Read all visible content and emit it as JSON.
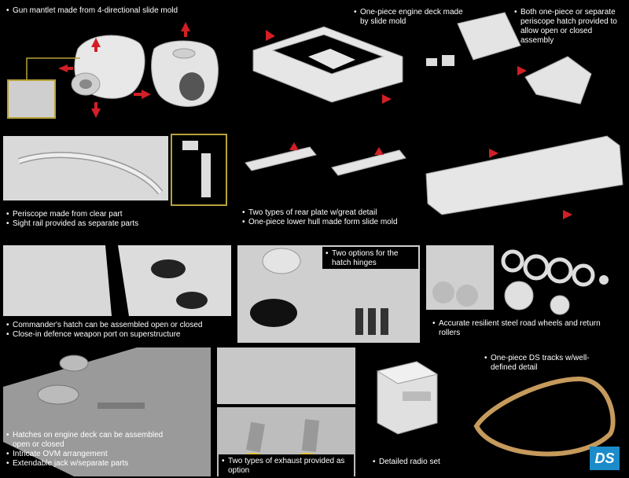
{
  "colors": {
    "background": "#000000",
    "arrow": "#d21f26",
    "part": "#e6e6e6",
    "accent_frame": "#b8a23a",
    "tracks": "#c59a5c",
    "ds_badge": "#1c8bc9"
  },
  "panels": {
    "mantlet": {
      "captions": [
        "Gun mantlet made from 4-directional slide mold"
      ]
    },
    "engine_deck": {
      "captions": [
        "One-piece engine deck made by slide mold"
      ]
    },
    "hatch_plate": {
      "captions": [
        "Both one-piece or separate periscope hatch provided to allow open or closed assembly"
      ]
    },
    "periscope": {
      "captions": [
        "Periscope made from clear part",
        "Sight rail provided as separate parts"
      ]
    },
    "rear_plate": {
      "captions": [
        "Two types of rear plate w/great detail",
        "One-piece lower hull made form slide mold"
      ]
    },
    "commander": {
      "captions": [
        "Commander's hatch can be assembled open or closed",
        "Close-in defence weapon port on superstructure"
      ]
    },
    "hinges": {
      "captions": [
        "Two options for the hatch hinges"
      ]
    },
    "wheels": {
      "captions": [
        "Accurate resilient steel road wheels and return rollers"
      ]
    },
    "engine_hatches": {
      "captions": [
        "Hatches on engine deck can be assembled open or closed",
        "Intricate OVM arrangement",
        "Extendable jack w/separate parts"
      ]
    },
    "exhaust": {
      "captions": [
        "Two types of exhaust provided as option"
      ]
    },
    "radio": {
      "captions": [
        "Detailed radio set"
      ]
    },
    "tracks": {
      "captions": [
        "One-piece DS tracks w/well-defined detail"
      ],
      "badge": "DS"
    }
  }
}
